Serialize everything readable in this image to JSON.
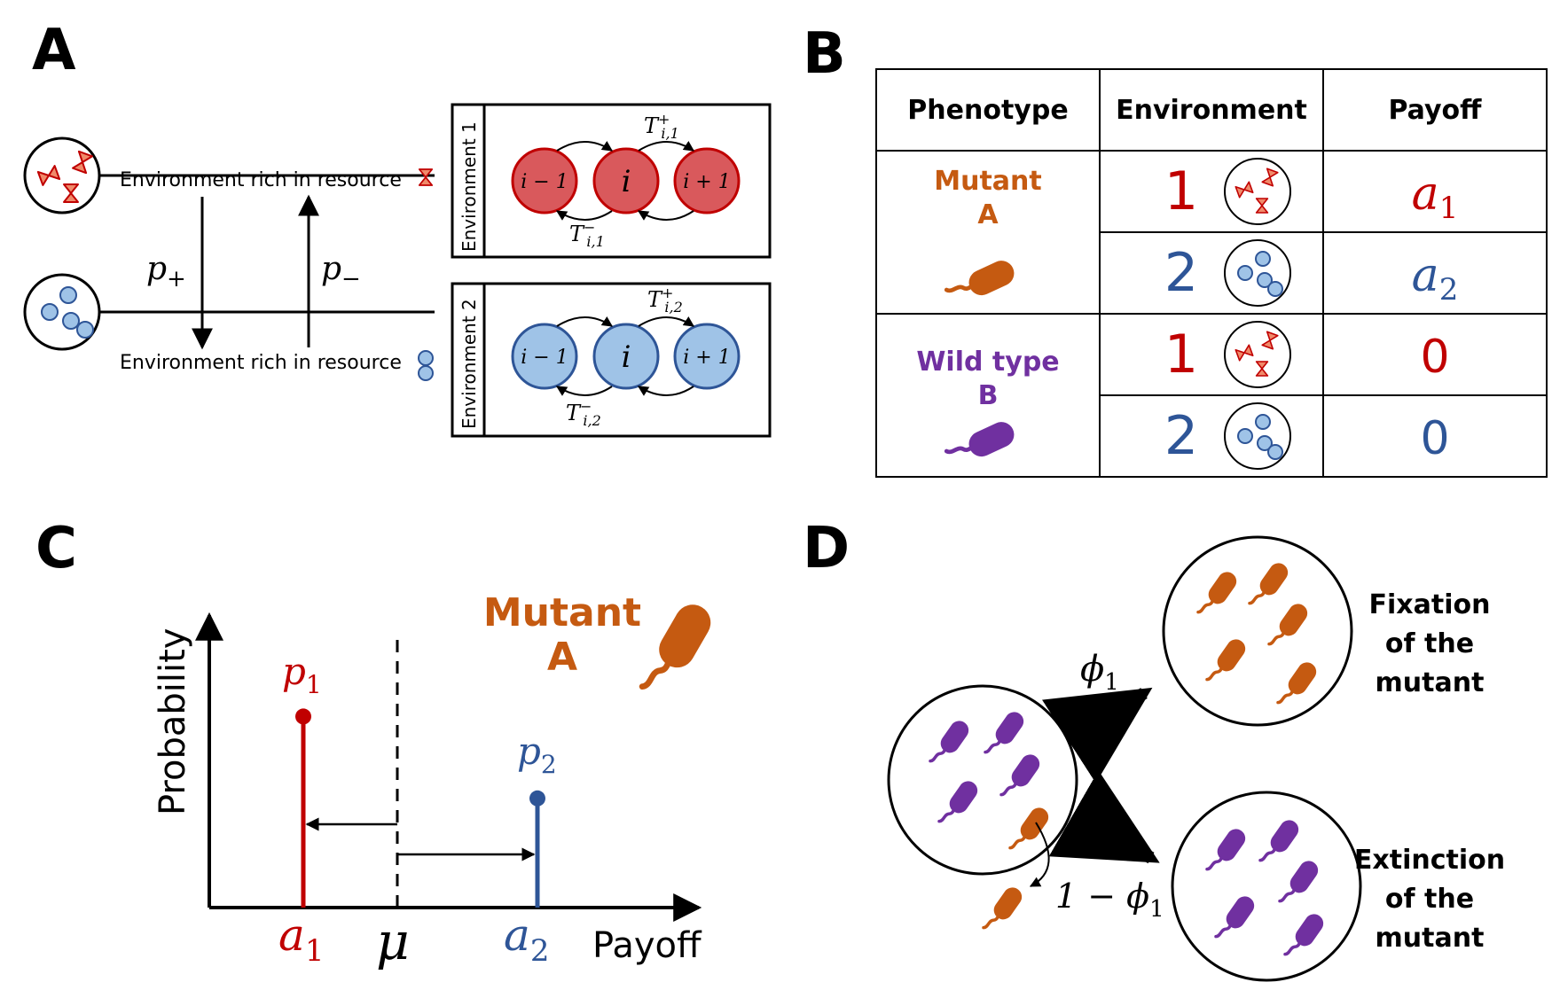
{
  "colors": {
    "red": "#c00000",
    "red_fill": "#d9595c",
    "blue": "#2e5597",
    "blue_fill": "#9fc3e7",
    "orange": "#c55a11",
    "purple": "#7030a0"
  },
  "panel_a": {
    "letter": "A",
    "env_rich_1": "Environment rich in resource",
    "env_rich_2": "Environment rich in resource",
    "p_plus": "p",
    "p_plus_sub": "+",
    "p_minus": "p",
    "p_minus_sub": "−",
    "box1_label": "Environment 1",
    "box2_label": "Environment 2",
    "state_left": "i − 1",
    "state_mid": "i",
    "state_right": "i + 1",
    "T_plus_1": "T",
    "T_plus_1_sup": "+",
    "T_plus_1_sub": "i,1",
    "T_minus_1": "T",
    "T_minus_1_sup": "−",
    "T_minus_1_sub": "i,1",
    "T_plus_2": "T",
    "T_plus_2_sup": "+",
    "T_plus_2_sub": "i,2",
    "T_minus_2": "T",
    "T_minus_2_sup": "−",
    "T_minus_2_sub": "i,2"
  },
  "panel_b": {
    "letter": "B",
    "headers": [
      "Phenotype",
      "Environment",
      "Payoff"
    ],
    "mutant_label_1": "Mutant",
    "mutant_label_2": "A",
    "wild_label_1": "Wild type",
    "wild_label_2": "B",
    "rows": [
      {
        "env": "1",
        "payoff": "a",
        "payoff_sub": "1"
      },
      {
        "env": "2",
        "payoff": "a",
        "payoff_sub": "2"
      },
      {
        "env": "1",
        "payoff": "0",
        "payoff_sub": ""
      },
      {
        "env": "2",
        "payoff": "0",
        "payoff_sub": ""
      }
    ]
  },
  "panel_c": {
    "letter": "C",
    "ylabel": "Probability",
    "xlabel": "Payoff",
    "p1": "p",
    "p1_sub": "1",
    "p2": "p",
    "p2_sub": "2",
    "a1": "a",
    "a1_sub": "1",
    "a2": "a",
    "a2_sub": "2",
    "mu": "μ",
    "mutant_1": "Mutant",
    "mutant_2": "A"
  },
  "panel_d": {
    "letter": "D",
    "phi": "ϕ",
    "phi_sub": "1",
    "one_minus_phi": "1 − ϕ",
    "one_minus_phi_sub": "1",
    "fixation_1": "Fixation",
    "fixation_2": "of the",
    "fixation_3": "mutant",
    "extinction_1": "Extinction",
    "extinction_2": "of the",
    "extinction_3": "mutant"
  },
  "chart_data": {
    "type": "stem",
    "categories": [
      "a1",
      "μ",
      "a2"
    ],
    "values": [
      0.7,
      null,
      0.4
    ],
    "xlabel": "Payoff",
    "ylabel": "Probability"
  }
}
